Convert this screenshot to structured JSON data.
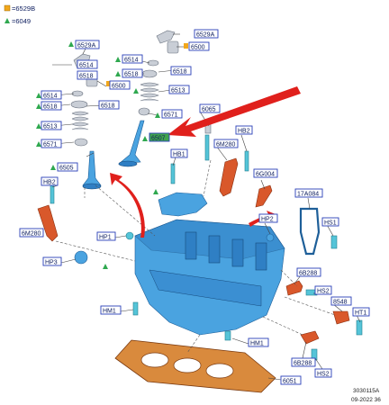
{
  "legend": [
    {
      "symbol": "square",
      "color": "#f2a71b",
      "text": "=6529B"
    },
    {
      "symbol": "triangle",
      "color": "#2fa84f",
      "text": "=6049"
    }
  ],
  "callouts": {
    "c_6529A_l": "6529A",
    "c_6514_l": "6514",
    "c_6518_l": "6518",
    "c_6513_l": "6513",
    "c_6571_l": "6571",
    "c_6505": "6505",
    "c_6500_l": "6500",
    "c_6518_l2": "6518",
    "c_6529A_r": "6529A",
    "c_6500_r": "6500",
    "c_6514_r": "6514",
    "c_6518_r": "6518",
    "c_6518_r2": "6518",
    "c_6513_r": "6513",
    "c_6571_r": "6571",
    "c_6065": "6065",
    "c_6507": "6507",
    "c_HB2_t": "HB2",
    "c_6M280_t": "6M280",
    "c_HB1": "HB1",
    "c_6G004": "6G004",
    "c_HB2_l": "HB2",
    "c_6M280_l": "6M280",
    "c_HP1": "HP1",
    "c_HP3": "HP3",
    "c_HP2": "HP2",
    "c_17A084": "17A084",
    "c_HS1": "HS1",
    "c_6B288_t": "6B288",
    "c_HS2_t": "HS2",
    "c_8548": "8548",
    "c_HT1": "HT1",
    "c_HM1_l": "HM1",
    "c_HM1_b": "HM1",
    "c_6B288_b": "6B288",
    "c_HS2_b": "HS2",
    "c_6051": "6051"
  },
  "footer": {
    "code": "3030115A",
    "date": "09-2022 36"
  },
  "colors": {
    "callout_border": "#2a40b8",
    "arrow_red": "#e0201c",
    "head_blue": "#4aa3e0",
    "gasket_orange": "#c8641e"
  }
}
